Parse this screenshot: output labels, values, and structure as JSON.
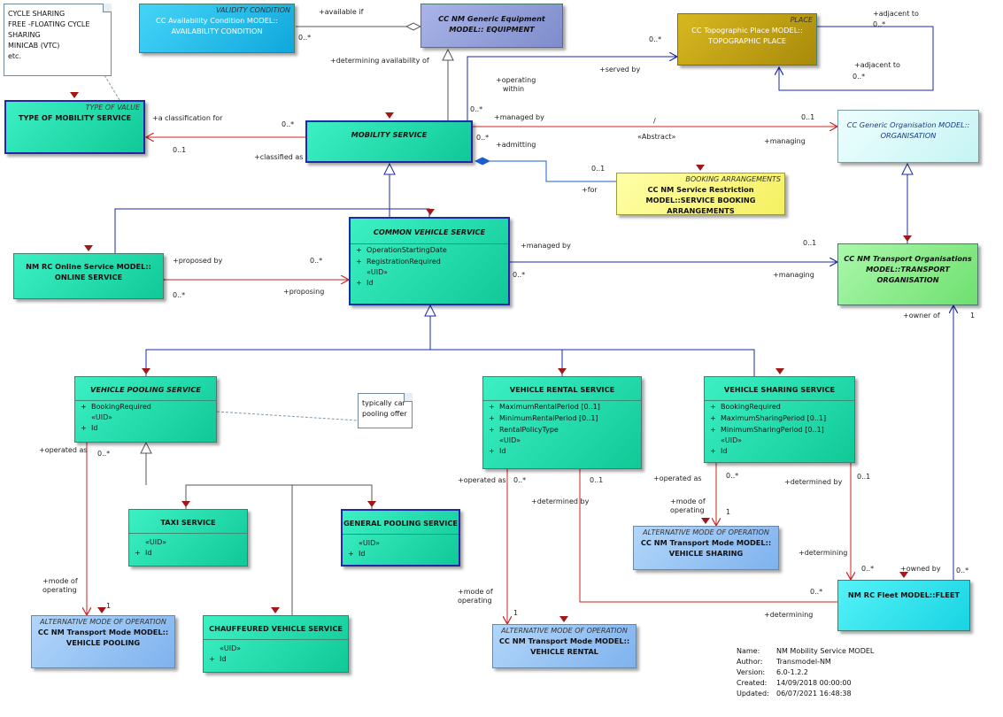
{
  "classes": {
    "type_of_value": {
      "stereotype": "TYPE OF VALUE",
      "title": "TYPE OF MOBILITY SERVICE"
    },
    "availability": {
      "stereotype": "VALIDITY CONDITION",
      "title": "CC Availability Condition MODEL:: AVAILABILITY CONDITION"
    },
    "equipment": {
      "title": "CC NM Generic Equipment MODEL:: EQUIPMENT"
    },
    "topographic": {
      "stereotype": "PLACE",
      "title": "CC Topographic Place MODEL:: TOPOGRAPHIC PLACE"
    },
    "mobility_service": {
      "title": "MOBILITY SERVICE"
    },
    "organisation": {
      "title": "CC Generic Organisation MODEL:: ORGANISATION"
    },
    "booking": {
      "stereotype": "BOOKING ARRANGEMENTS",
      "title": "CC NM Service Restriction MODEL::SERVICE BOOKING ARRANGEMENTS"
    },
    "online": {
      "title": "NM RC Online Service MODEL:: ONLINE SERVICE"
    },
    "common_vehicle": {
      "title": "COMMON VEHICLE SERVICE",
      "attrs": [
        "OperationStartingDate",
        "RegistrationRequired"
      ],
      "uid": "«UID»",
      "uid_attr": "Id"
    },
    "transport_org": {
      "title": "CC NM Transport Organisations MODEL::TRANSPORT ORGANISATION"
    },
    "pooling": {
      "title": "VEHICLE POOLING SERVICE",
      "attrs": [
        "BookingRequired"
      ],
      "uid": "«UID»",
      "uid_attr": "Id"
    },
    "rental": {
      "title": "VEHICLE RENTAL SERVICE",
      "attrs": [
        "MaximumRentalPeriod [0..1]",
        "MinimumRentalPeriod [0..1]",
        "RentalPolicyType"
      ],
      "uid": "«UID»",
      "uid_attr": "Id"
    },
    "sharing": {
      "title": "VEHICLE SHARING SERVICE",
      "attrs": [
        "BookingRequired",
        "MaximumSharingPeriod [0..1]",
        "MinimumSharingPeriod [0..1]"
      ],
      "uid": "«UID»",
      "uid_attr": "Id"
    },
    "taxi": {
      "title": "TAXI SERVICE",
      "uid": "«UID»",
      "uid_attr": "Id"
    },
    "general_pooling": {
      "title": "GENERAL POOLING SERVICE",
      "uid": "«UID»",
      "uid_attr": "Id"
    },
    "chauffeured": {
      "title": "CHAUFFEURED VEHICLE SERVICE",
      "uid": "«UID»",
      "uid_attr": "Id"
    },
    "alt_sharing": {
      "stereotype": "ALTERNATIVE MODE OF OPERATION",
      "title": "CC NM Transport Mode MODEL:: VEHICLE SHARING"
    },
    "alt_pooling": {
      "stereotype": "ALTERNATIVE MODE OF OPERATION",
      "title": "CC NM Transport Mode MODEL:: VEHICLE POOLING"
    },
    "alt_rental": {
      "stereotype": "ALTERNATIVE MODE OF OPERATION",
      "title": "CC NM Transport Mode MODEL:: VEHICLE RENTAL"
    },
    "fleet": {
      "title": "NM RC Fleet MODEL::FLEET"
    }
  },
  "notes": {
    "types": [
      "CYCLE SHARING",
      "FREE -FLOATING CYCLE",
      "SHARING",
      "MINICAB (VTC)",
      "etc."
    ],
    "car_pooling": [
      "typically car",
      "pooling offer"
    ]
  },
  "labels": {
    "available_if": "+available if",
    "m_avail": "0..*",
    "determining_availability": "+determining availability of",
    "served_by": "+served by",
    "m_served": "0..*",
    "operating_within": "+operating within",
    "adjacent_to_1": "+adjacent to",
    "m_adj1": "0..*",
    "adjacent_to_2": "+adjacent to",
    "m_adj2": "0..*",
    "classification_for": "+a classification for",
    "m_class1": "0..*",
    "m_class2": "0..1",
    "classified_as": "+classified as",
    "m_ms_top": "0..*",
    "managed_by": "+managed by",
    "slash": "/",
    "abstract": "«Abstract»",
    "m_ms_org": "0..1",
    "managing": "+managing",
    "m_admit": "0..*",
    "admitting": "+admitting",
    "m_book": "0..1",
    "for": "+for",
    "managed_by_2": "+managed by",
    "m_cvs_org": "0..1",
    "m_cvs_org2": "0..*",
    "managing_2": "+managing",
    "proposed_by": "+proposed by",
    "m_prop1": "0..*",
    "m_prop2": "0..*",
    "proposing": "+proposing",
    "owner_of": "+owner of",
    "m_owner": "1",
    "operated_as_1": "+operated as",
    "m_op1": "0..*",
    "mode_of_operating_1": "+mode of operating",
    "m_mode1": "1",
    "operated_as_2": "+operated as",
    "m_op2": "0..*",
    "m_det_r": "0..1",
    "determined_by_1": "+determined by",
    "mode_of_operating_2": "+mode of operating",
    "m_mode2": "1",
    "operated_as_3": "+operated as",
    "m_op3": "0..*",
    "mode_of_operating_3": "+mode of operating",
    "m_mode3": "1",
    "determined_by_2": "+determined by",
    "m_det_s": "0..1",
    "determining_1": "+determining",
    "m_fleet1": "0..*",
    "owned_by": "+owned by",
    "m_fleet2": "0..*",
    "m_fleet3": "0..*",
    "determining_2": "+determining"
  },
  "meta": {
    "name_key": "Name:",
    "name": "NM Mobility Service MODEL",
    "author_key": "Author:",
    "author": "Transmodel-NM",
    "version_key": "Version:",
    "version": "6.0-1.2.2",
    "created_key": "Created:",
    "created": "14/09/2018 00:00:00",
    "updated_key": "Updated:",
    "updated": "06/07/2021 16:48:38"
  },
  "colors": {
    "service": "#19d6a4",
    "equipment": "#8e9bd8",
    "availability": "#19b8e6",
    "place": "#c3a411",
    "organisation": "#dcfbfb",
    "transport_org": "#8df08d",
    "booking": "#ffff80",
    "alt_mode": "#8ec0f5",
    "fleet": "#22e6f2",
    "association": "#cc2222",
    "generalization": "#1a2aa8"
  }
}
